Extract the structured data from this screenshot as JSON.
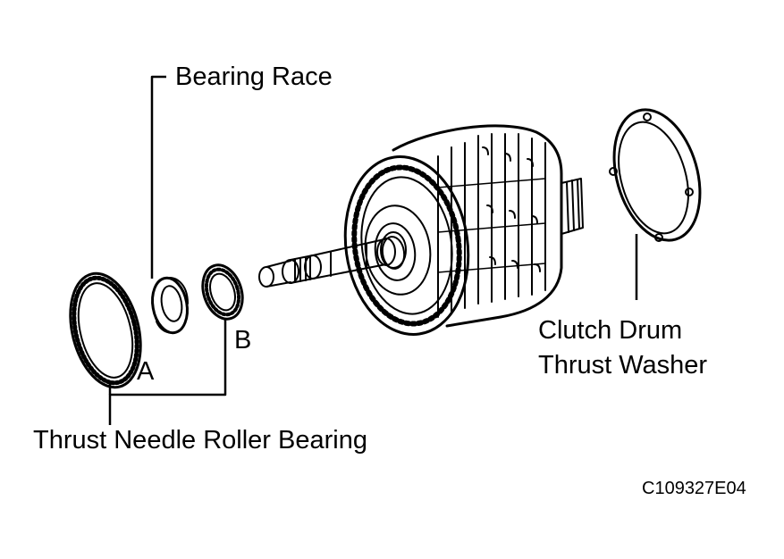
{
  "labels": {
    "bearing_race": "Bearing Race",
    "point_a": "A",
    "point_b": "B",
    "thrust_needle_roller_bearing": "Thrust Needle Roller Bearing",
    "clutch_drum_line1": "Clutch Drum",
    "clutch_drum_line2": "Thrust Washer",
    "figure_code": "C109327E04"
  },
  "colors": {
    "ink": "#000000",
    "paper": "#ffffff"
  }
}
